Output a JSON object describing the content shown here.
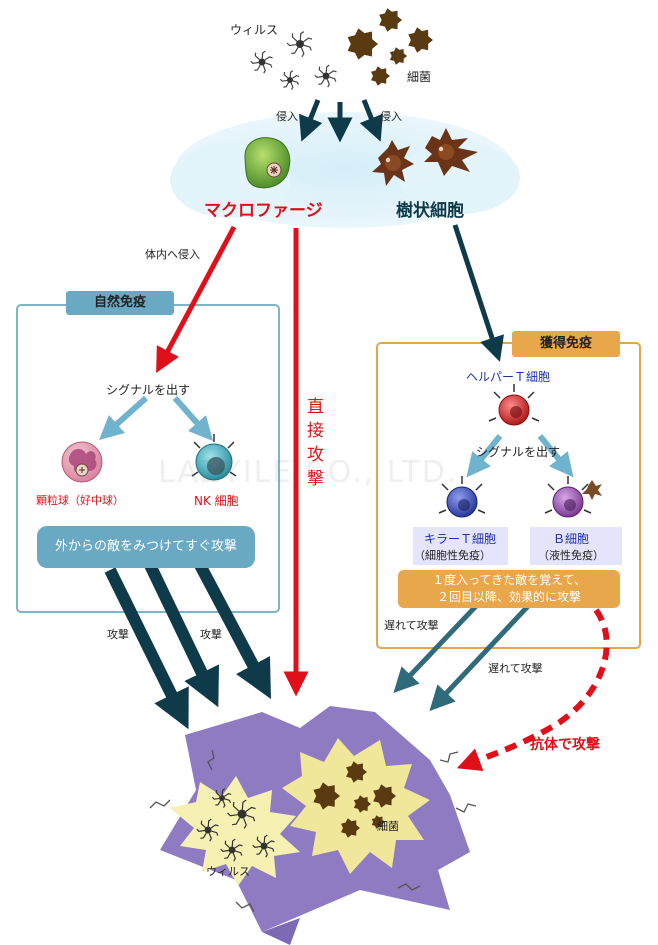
{
  "top": {
    "virus_label": "ウィルス",
    "bacteria_label": "細菌",
    "invade_left": "侵入",
    "invade_right": "侵入"
  },
  "macrophage_label": "マクロファージ",
  "dendritic_label": "樹状細胞",
  "into_body_label": "体内へ侵入",
  "innate": {
    "title": "自然免疫",
    "signal": "シグナルを出す",
    "granulocyte": "顆粒球（好中球）",
    "nk": "NK 細胞",
    "summary": "外からの敵をみつけてすぐ攻撃",
    "attack_left": "攻撃",
    "attack_right": "攻撃"
  },
  "direct_attack": [
    "直",
    "接",
    "攻",
    "撃"
  ],
  "acquired": {
    "title": "獲得免疫",
    "helper": "ヘルパーＴ細胞",
    "signal": "シグナルを出す",
    "killer": "キラーＴ細胞",
    "killer_sub": "（細胞性免疫）",
    "b_cell": "Ｂ細胞",
    "b_cell_sub": "（液性免疫）",
    "memory_line1": "１度入ってきた敵を覚えて、",
    "memory_line2": "２回目以降、効果的に攻撃",
    "delayed_left": "遅れて攻撃",
    "delayed_right": "遅れて攻撃",
    "antibody": "抗体で攻撃"
  },
  "bottom": {
    "virus_label": "ウィルス",
    "bacteria_label": "細菌"
  },
  "watermark": "LAZYILE CO., LTD.",
  "colors": {
    "red": "#e0101a",
    "navy": "#0f3a4a",
    "teal": "#2f6b7a",
    "light_blue_arrow": "#6fb3cf",
    "innate_border": "#7fb4c8",
    "innate_title_bg": "#6aa9c4",
    "acquired_border": "#e4a64a",
    "acquired_title_bg": "#e8a74a",
    "cloud": "#dff1f8",
    "purple_mass": "#8f7bc2",
    "yellow_burst": "#f0e79a"
  }
}
